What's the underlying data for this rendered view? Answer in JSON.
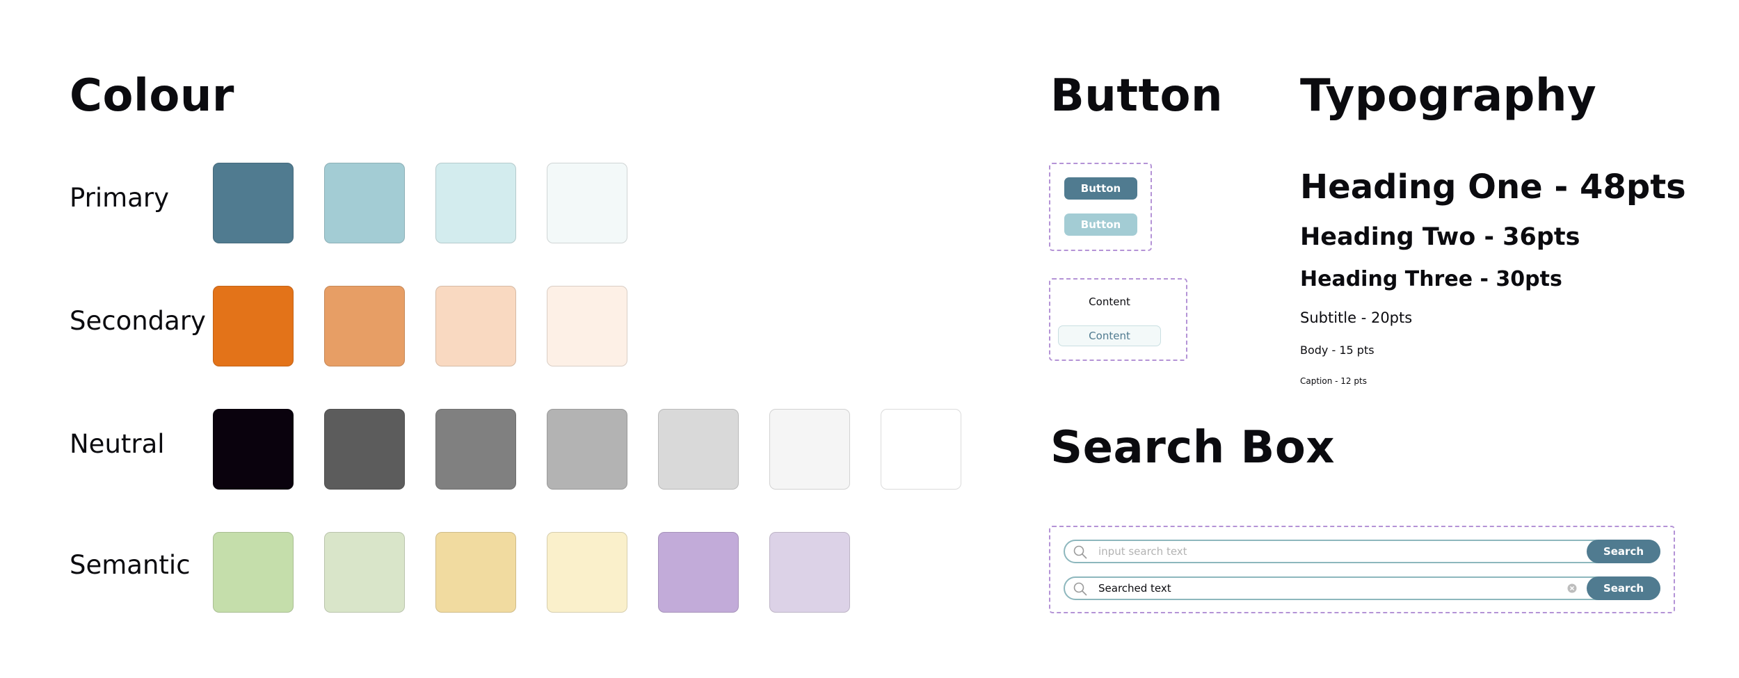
{
  "sections": {
    "colour": "Colour",
    "button": "Button",
    "typography": "Typography",
    "search_box": "Search Box"
  },
  "palette": {
    "primary": {
      "label": "Primary",
      "colors": [
        "#507b90",
        "#a3ccd4",
        "#d3ecee",
        "#f3f9f9"
      ]
    },
    "secondary": {
      "label": "Secondary",
      "colors": [
        "#e37319",
        "#e79e65",
        "#f9d9c1",
        "#fdf0e6"
      ]
    },
    "neutral": {
      "label": "Neutral",
      "colors": [
        "#0a020d",
        "#5c5c5c",
        "#808080",
        "#b3b3b3",
        "#d9d9d9",
        "#f5f5f5",
        "#ffffff"
      ]
    },
    "semantic": {
      "label": "Semantic",
      "colors": [
        "#c5deab",
        "#d9e5c9",
        "#f1dba0",
        "#faf0cb",
        "#c2abd9",
        "#dcd2e7"
      ]
    }
  },
  "buttons": {
    "primary_label": "Button",
    "secondary_label": "Button",
    "content_plain": "Content",
    "content_selected": "Content"
  },
  "typography": {
    "h1": "Heading One - 48pts",
    "h2": "Heading Two - 36pts",
    "h3": "Heading Three - 30pts",
    "subtitle": "Subtitle - 20pts",
    "body": "Body - 15 pts",
    "caption": "Caption - 12 pts"
  },
  "search": {
    "placeholder": "input search text",
    "filled_value": "Searched text",
    "button_label": "Search"
  },
  "accent_colors": {
    "dashed_border": "#b493d6",
    "primary_button": "#507b90",
    "secondary_button": "#a3ccd4",
    "search_border": "#8db7bd"
  }
}
